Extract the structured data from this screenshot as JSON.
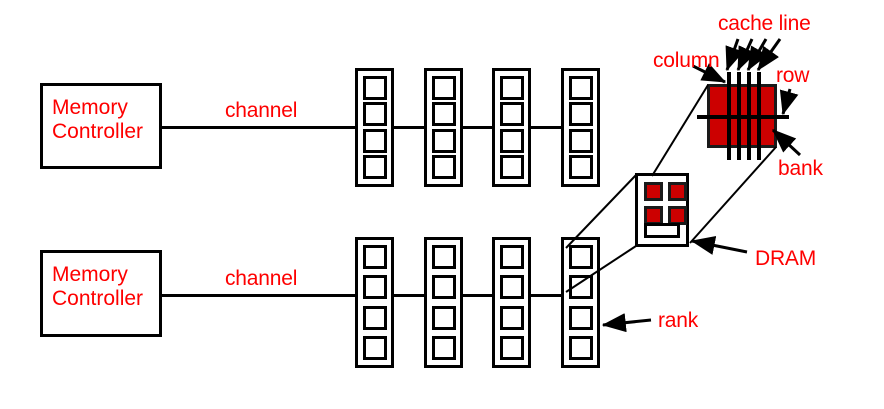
{
  "diagram": {
    "title": "DRAM memory hierarchy diagram",
    "colors": {
      "label_red": "#fe0000",
      "bank_red": "#cc0000",
      "line_black": "#000000",
      "background": "#ffffff"
    }
  },
  "controllers": [
    {
      "id": "mc-top",
      "line1": "Memory",
      "line2": "Controller"
    },
    {
      "id": "mc-bottom",
      "line1": "Memory",
      "line2": "Controller"
    }
  ],
  "channels": [
    {
      "id": "channel-top",
      "label": "channel"
    },
    {
      "id": "channel-bottom",
      "label": "channel"
    }
  ],
  "dimms": {
    "count_per_channel": 4,
    "ranks_per_dimm": 4
  },
  "labels": {
    "cache_line": "cache line",
    "column": "column",
    "row": "row",
    "bank": "bank",
    "dram": "DRAM",
    "rank": "rank"
  },
  "bank_detail": {
    "vertical_lines": 4,
    "horizontal_lines": 1
  },
  "dram_chip": {
    "banks": 4,
    "bar": 1
  }
}
